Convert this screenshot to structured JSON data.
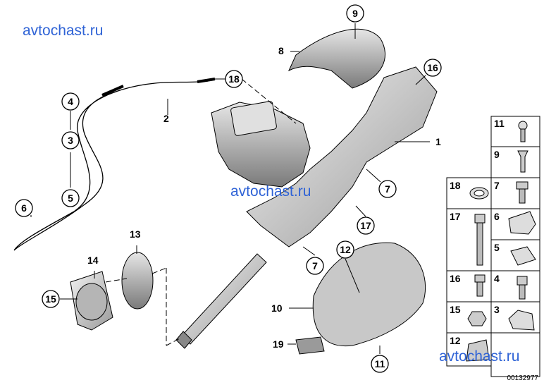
{
  "watermarks": [
    "avtochast.ru",
    "avtochast.ru",
    "avtochast.ru"
  ],
  "callouts": {
    "c1": "1",
    "c2": "2",
    "c3": "3",
    "c4": "4",
    "c5": "5",
    "c6": "6",
    "c7a": "7",
    "c7b": "7",
    "c8": "8",
    "c9": "9",
    "c10": "10",
    "c11": "11",
    "c12": "12",
    "c13": "13",
    "c14": "14",
    "c15": "15",
    "c16": "16",
    "c17": "17",
    "c18": "18",
    "c19": "19"
  },
  "legend": {
    "left": [
      "18",
      "17",
      "16",
      "15",
      "12"
    ],
    "right": [
      "11",
      "9",
      "7",
      "6",
      "5",
      "4",
      "3"
    ]
  },
  "ref_code": "00132977",
  "colors": {
    "watermark": "#2f63d6",
    "part_fill": "#d9d9d9",
    "part_dark": "#8a8a8a",
    "line": "#000000"
  }
}
